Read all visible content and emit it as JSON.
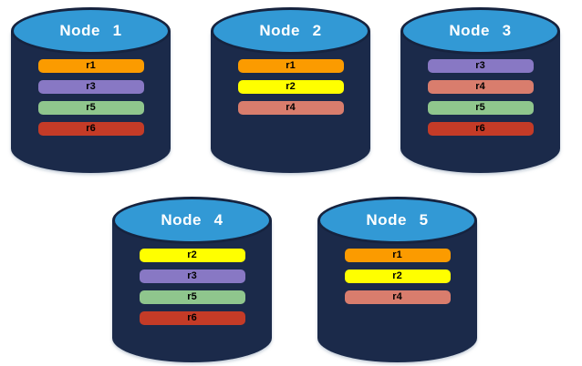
{
  "diagram": {
    "description": "Database nodes with replica placement",
    "colors": {
      "cylinder_body": "#1B2A4A",
      "cylinder_top": "#3299D5",
      "cylinder_outline": "#16233F",
      "title_text": "#FFFFFF",
      "bar_text": "#000000"
    },
    "replicas": {
      "r1": {
        "label": "r1",
        "color": "#FB9B00"
      },
      "r2": {
        "label": "r2",
        "color": "#FFFF00"
      },
      "r3": {
        "label": "r3",
        "color": "#8878C4"
      },
      "r4": {
        "label": "r4",
        "color": "#D97D6D"
      },
      "r5": {
        "label": "r5",
        "color": "#8FC68D"
      },
      "r6": {
        "label": "r6",
        "color": "#C43B27"
      }
    },
    "nodes": [
      {
        "label": "Node 1",
        "replicas": [
          "r1",
          "r3",
          "r5",
          "r6"
        ]
      },
      {
        "label": "Node 2",
        "replicas": [
          "r1",
          "r2",
          "r4"
        ]
      },
      {
        "label": "Node 3",
        "replicas": [
          "r3",
          "r4",
          "r5",
          "r6"
        ]
      },
      {
        "label": "Node 4",
        "replicas": [
          "r2",
          "r3",
          "r5",
          "r6"
        ]
      },
      {
        "label": "Node 5",
        "replicas": [
          "r1",
          "r2",
          "r4"
        ]
      }
    ]
  }
}
